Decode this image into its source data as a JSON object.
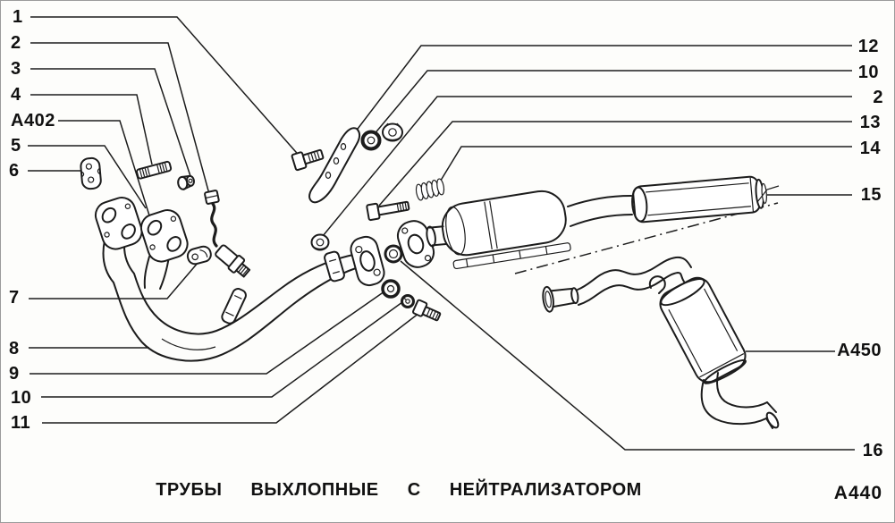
{
  "diagram": {
    "caption": "ТРУБЫ ВЫХЛОПНЫЕ С НЕЙТРАЛИЗАТОРОМ",
    "sheet_code": "A440",
    "callouts_left": [
      {
        "label": "1"
      },
      {
        "label": "2"
      },
      {
        "label": "3"
      },
      {
        "label": "4"
      },
      {
        "label": "A402"
      },
      {
        "label": "5"
      },
      {
        "label": "6"
      },
      {
        "label": "7"
      },
      {
        "label": "8"
      },
      {
        "label": "9"
      },
      {
        "label": "10"
      },
      {
        "label": "11"
      }
    ],
    "callouts_right": [
      {
        "label": "12"
      },
      {
        "label": "10"
      },
      {
        "label": "2"
      },
      {
        "label": "13"
      },
      {
        "label": "14"
      },
      {
        "label": "15"
      },
      {
        "label": "A450"
      },
      {
        "label": "16"
      }
    ],
    "line_color": "#1c1c1c",
    "background_color": "#fdfdfb"
  }
}
